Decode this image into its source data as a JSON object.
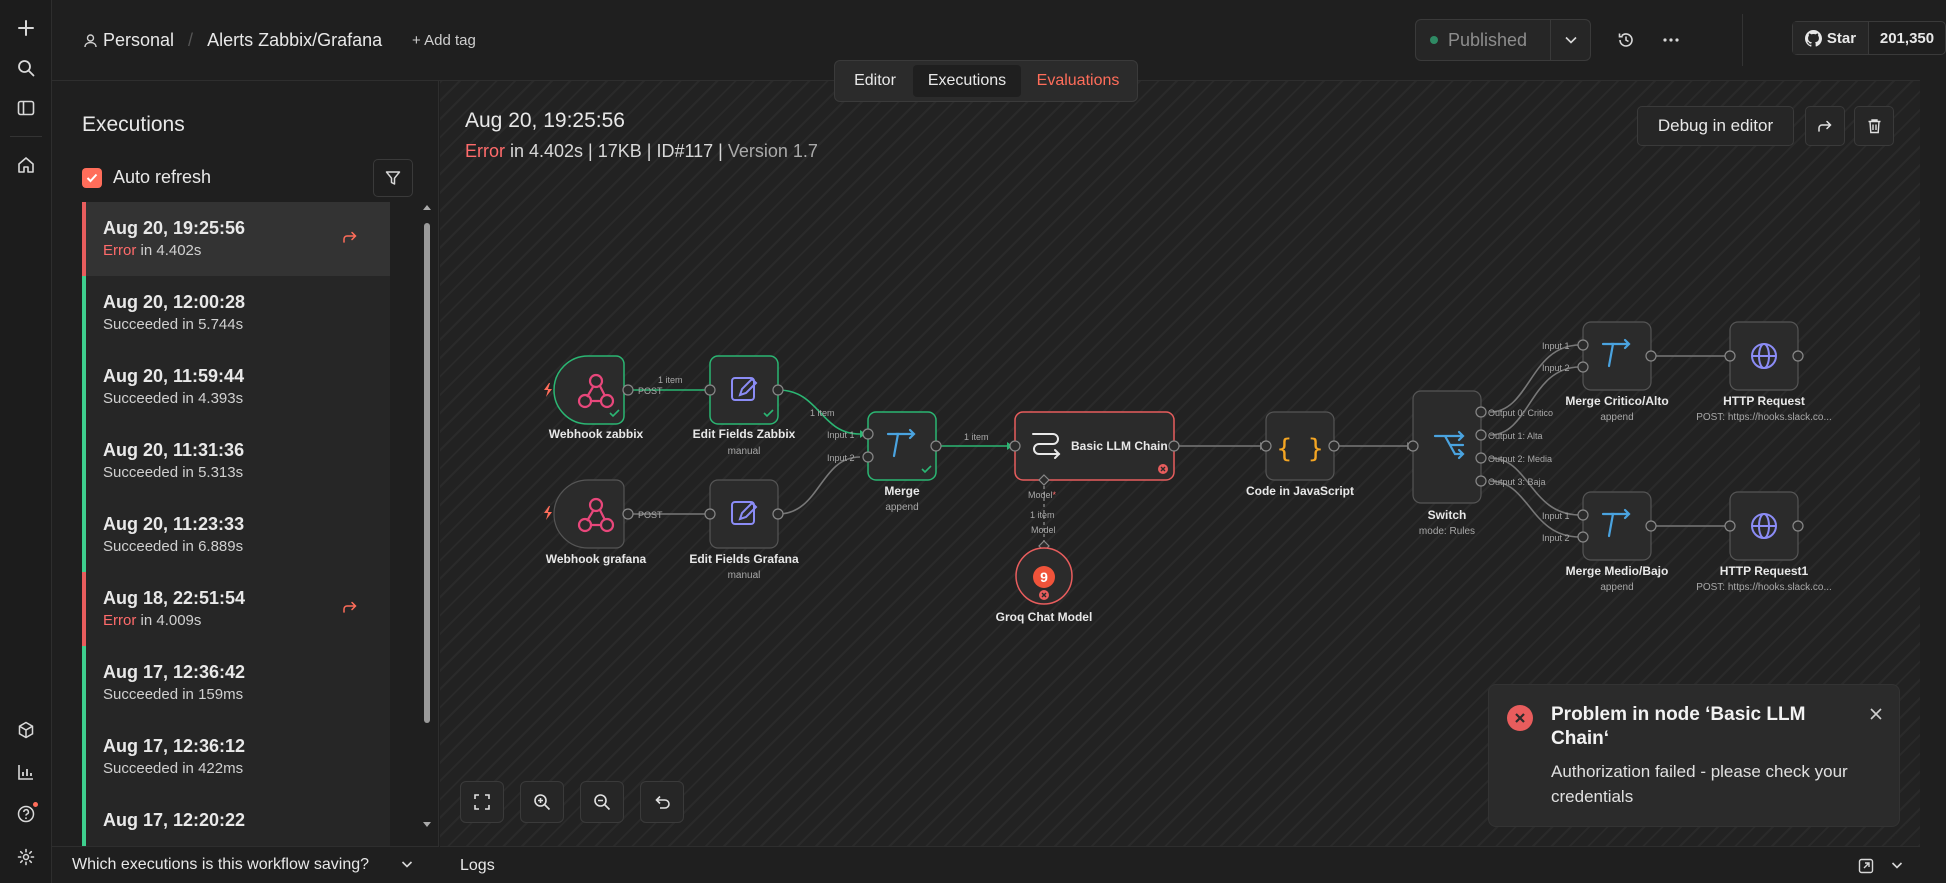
{
  "header": {
    "owner": "Personal",
    "workflow_name": "Alerts Zabbix/Grafana",
    "add_tag": "+ Add tag",
    "publish_status": "Published",
    "github_star": "Star",
    "github_count": "201,350"
  },
  "mode_tabs": [
    {
      "label": "Editor"
    },
    {
      "label": "Executions"
    },
    {
      "label": "Evaluations"
    }
  ],
  "sidebar": {
    "title": "Executions",
    "auto_refresh": "Auto refresh",
    "bottom_question": "Which executions is this workflow saving?",
    "executions": [
      {
        "date": "Aug 20, 19:25:56",
        "status": "Error",
        "detail": " in 4.402s"
      },
      {
        "date": "Aug 20, 12:00:28",
        "status": "",
        "detail": "Succeeded in 5.744s"
      },
      {
        "date": "Aug 20, 11:59:44",
        "status": "",
        "detail": "Succeeded in 4.393s"
      },
      {
        "date": "Aug 20, 11:31:36",
        "status": "",
        "detail": "Succeeded in 5.313s"
      },
      {
        "date": "Aug 20, 11:23:33",
        "status": "",
        "detail": "Succeeded in 6.889s"
      },
      {
        "date": "Aug 18, 22:51:54",
        "status": "Error",
        "detail": " in 4.009s"
      },
      {
        "date": "Aug 17, 12:36:42",
        "status": "",
        "detail": "Succeeded in 159ms"
      },
      {
        "date": "Aug 17, 12:36:12",
        "status": "",
        "detail": "Succeeded in 422ms"
      },
      {
        "date": "Aug 17, 12:20:22",
        "status": "",
        "detail": ""
      }
    ]
  },
  "execution": {
    "title": "Aug 20, 19:25:56",
    "status": "Error",
    "summary": " in 4.402s | 17KB | ID#117 | ",
    "version": "Version 1.7",
    "debug_button": "Debug in editor"
  },
  "workflow": {
    "nodes": {
      "webhook_zabbix": "Webhook zabbix",
      "edit_fields_zabbix": "Edit Fields Zabbix",
      "edit_fields_zabbix_sub": "manual",
      "webhook_grafana": "Webhook grafana",
      "edit_fields_grafana": "Edit Fields Grafana",
      "edit_fields_grafana_sub": "manual",
      "merge": "Merge",
      "merge_sub": "append",
      "llm_chain": "Basic LLM Chain",
      "groq": "Groq Chat Model",
      "code_js": "Code in JavaScript",
      "switch": "Switch",
      "switch_sub": "mode: Rules",
      "merge_critico": "Merge Critico/Alto",
      "merge_critico_sub": "append",
      "merge_medio": "Merge Medio/Bajo",
      "merge_medio_sub": "append",
      "http1": "HTTP Request",
      "http1_sub": "POST: https://hooks.slack.co...",
      "http2": "HTTP Request1",
      "http2_sub": "POST: https://hooks.slack.co..."
    },
    "labels": {
      "post": "POST",
      "one_item": "1 item",
      "input1": "Input 1",
      "input2": "Input 2",
      "model_req": "Model",
      "model_req_star": "*",
      "model": "Model",
      "out0": "Output 0: Critico",
      "out1": "Output 1: Alta",
      "out2": "Output 2: Media",
      "out3": "Output 3: Baja",
      "groq_badge": "9"
    }
  },
  "toast": {
    "title": "Problem in node ‘Basic LLM Chain‘",
    "message": "Authorization failed - please check your credentials"
  },
  "logs": {
    "label": "Logs"
  }
}
